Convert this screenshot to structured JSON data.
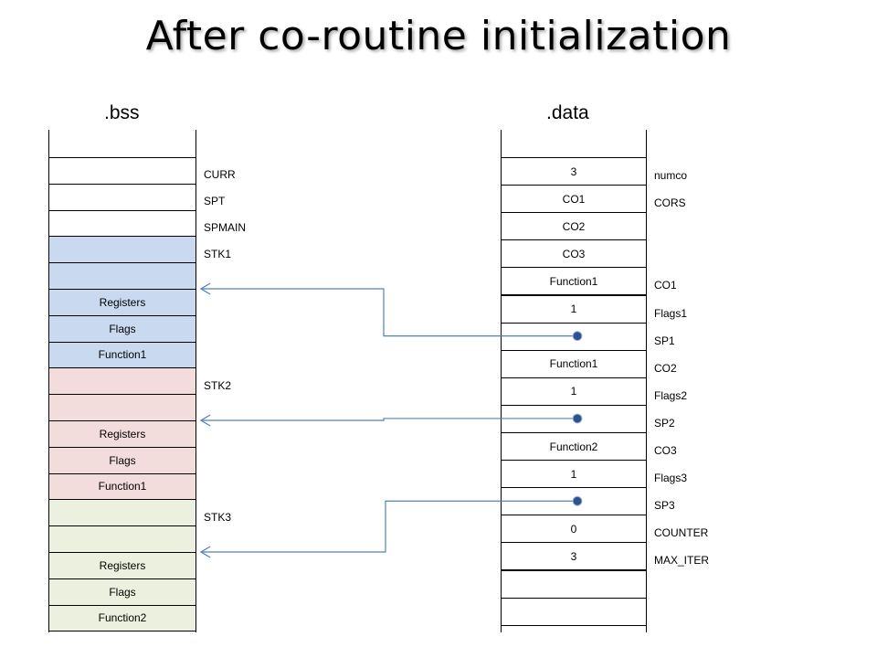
{
  "title": "After co-routine initialization",
  "bss": {
    "label": ".bss",
    "cells": [
      {
        "text": "",
        "color": "#ffffff"
      },
      {
        "text": "",
        "color": "#ffffff"
      },
      {
        "text": "",
        "color": "#ffffff"
      },
      {
        "text": "",
        "color": "#ffffff"
      },
      {
        "text": "",
        "color": "#c9d9ef"
      },
      {
        "text": "",
        "color": "#c9d9ef"
      },
      {
        "text": "Registers",
        "color": "#c9d9ef"
      },
      {
        "text": "Flags",
        "color": "#c9d9ef"
      },
      {
        "text": "Function1",
        "color": "#c9d9ef"
      },
      {
        "text": "",
        "color": "#f2dcdc"
      },
      {
        "text": "",
        "color": "#f2dcdc"
      },
      {
        "text": "Registers",
        "color": "#f2dcdc"
      },
      {
        "text": "Flags",
        "color": "#f2dcdc"
      },
      {
        "text": "Function1",
        "color": "#f2dcdc"
      },
      {
        "text": "",
        "color": "#ebf1de"
      },
      {
        "text": "",
        "color": "#ebf1de"
      },
      {
        "text": "Registers",
        "color": "#ebf1de"
      },
      {
        "text": "Flags",
        "color": "#ebf1de"
      },
      {
        "text": "Function2",
        "color": "#ebf1de"
      }
    ],
    "side_labels": [
      {
        "row": 1,
        "text": "CURR"
      },
      {
        "row": 2,
        "text": "SPT"
      },
      {
        "row": 3,
        "text": "SPMAIN"
      },
      {
        "row": 4,
        "text": "STK1"
      },
      {
        "row": 9,
        "text": "STK2"
      },
      {
        "row": 14,
        "text": "STK3"
      }
    ]
  },
  "data": {
    "label": ".data",
    "cells": [
      {
        "text": ""
      },
      {
        "text": "3"
      },
      {
        "text": "CO1"
      },
      {
        "text": "CO2"
      },
      {
        "text": "CO3"
      },
      {
        "text": "Function1"
      },
      {
        "text": "1"
      },
      {
        "text": "",
        "pointer": true
      },
      {
        "text": "Function1"
      },
      {
        "text": "1"
      },
      {
        "text": "",
        "pointer": true
      },
      {
        "text": "Function2"
      },
      {
        "text": "1"
      },
      {
        "text": "",
        "pointer": true
      },
      {
        "text": "0"
      },
      {
        "text": "3"
      },
      {
        "text": ""
      },
      {
        "text": ""
      }
    ],
    "side_labels": [
      {
        "row": 1,
        "text": "numco"
      },
      {
        "row": 2,
        "text": "CORS"
      },
      {
        "row": 5,
        "text": "CO1"
      },
      {
        "row": 6,
        "text": "Flags1"
      },
      {
        "row": 7,
        "text": "SP1"
      },
      {
        "row": 8,
        "text": "CO2"
      },
      {
        "row": 9,
        "text": "Flags2"
      },
      {
        "row": 10,
        "text": "SP2"
      },
      {
        "row": 11,
        "text": "CO3"
      },
      {
        "row": 12,
        "text": "Flags3"
      },
      {
        "row": 13,
        "text": "SP3"
      },
      {
        "row": 14,
        "text": "COUNTER"
      },
      {
        "row": 15,
        "text": "MAX_ITER"
      }
    ]
  },
  "pointers": [
    {
      "from_data_row": 7,
      "to_bss_row": 6
    },
    {
      "from_data_row": 10,
      "to_bss_row": 11
    },
    {
      "from_data_row": 13,
      "to_bss_row": 16
    }
  ],
  "colors": {
    "arrow": "#4f81bd",
    "dot": "#2f528f"
  }
}
